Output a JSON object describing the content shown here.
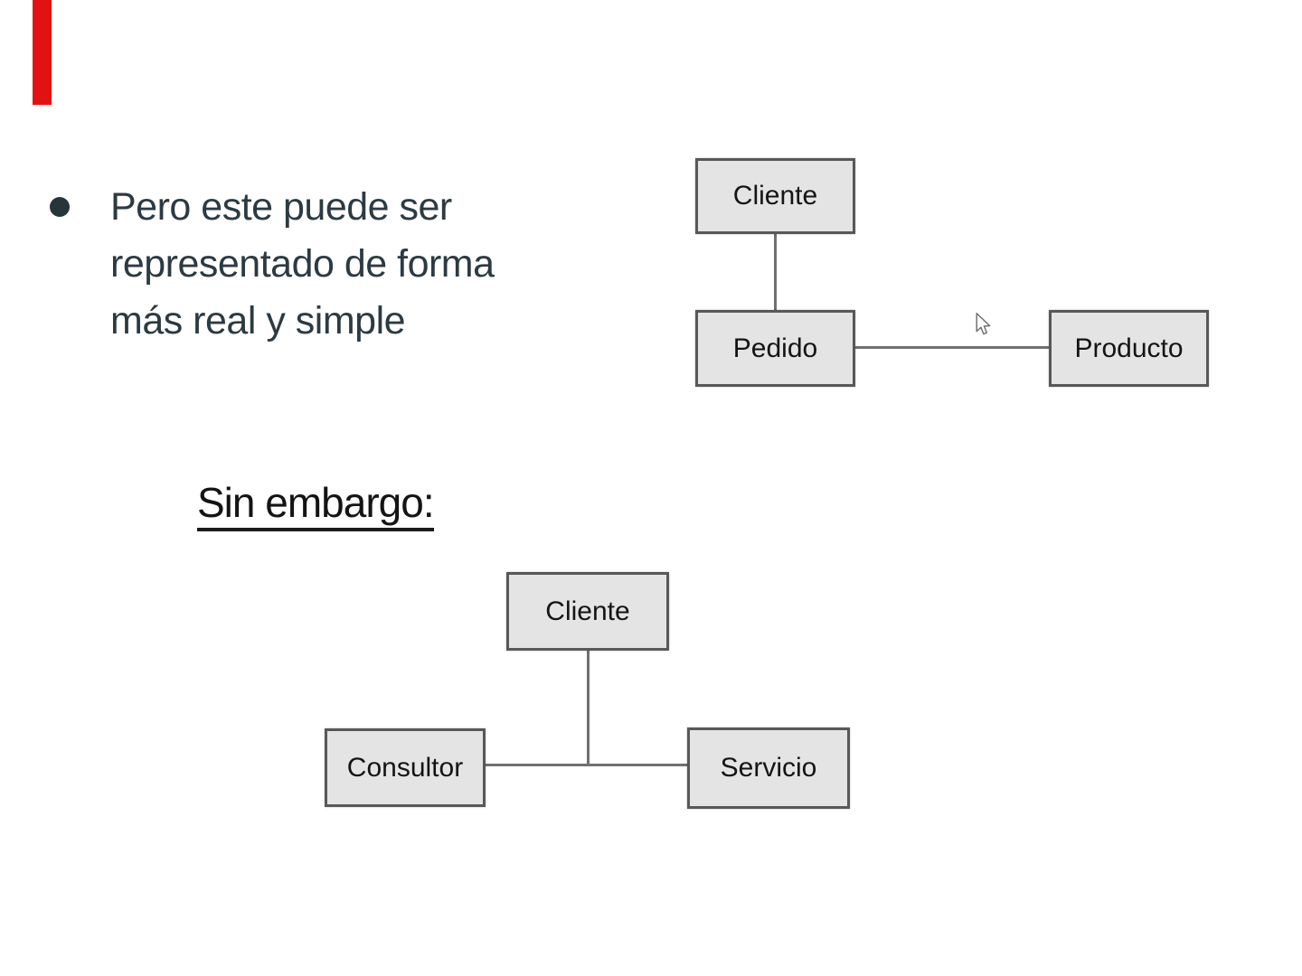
{
  "slide": {
    "background_color": "#ffffff",
    "red_marker_color": "#e31212",
    "bullet": {
      "dot_color": "#26343c",
      "text_color": "#2c3a43",
      "lines": [
        "Pero este puede ser",
        "representado de forma",
        "más real y simple"
      ]
    },
    "heading": {
      "text": "Sin embargo:",
      "color": "#141414",
      "underlined": true
    },
    "node_style": {
      "fill_color": "#e4e4e4",
      "border_color": "#585858",
      "text_color": "#141414"
    },
    "connector_color": "#707070",
    "diagram_top": {
      "nodes": [
        {
          "label": "Cliente"
        },
        {
          "label": "Pedido"
        },
        {
          "label": "Producto"
        }
      ],
      "connections": [
        "Cliente-Pedido",
        "Pedido-Producto"
      ]
    },
    "diagram_bottom": {
      "nodes": [
        {
          "label": "Cliente"
        },
        {
          "label": "Consultor"
        },
        {
          "label": "Servicio"
        }
      ],
      "connections": [
        "Cliente-junction",
        "Consultor-Servicio"
      ]
    },
    "cursor": {
      "icon": "arrow-cursor-icon"
    }
  }
}
